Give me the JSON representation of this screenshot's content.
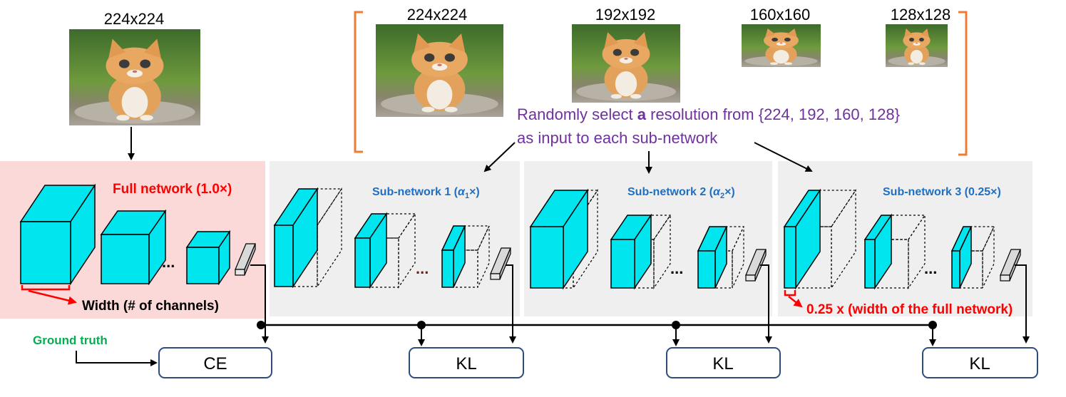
{
  "top_images": {
    "main_resolution": "224x224",
    "resolutions": [
      "224x224",
      "192x192",
      "160x160",
      "128x128"
    ],
    "caption_line1_prefix": "Randomly select ",
    "caption_line1_bold": "a",
    "caption_line1_suffix": " resolution from {224, 192, 160, 128}",
    "caption_line2": "as input to each sub-network"
  },
  "full_network": {
    "title": "Full network (1.0×)",
    "width_note": "Width (# of channels)",
    "dots": "..."
  },
  "sub_networks": [
    {
      "title_prefix": "Sub-network 1 (",
      "alpha": "α",
      "subscript": "1",
      "title_suffix": "×)"
    },
    {
      "title_prefix": "Sub-network 2 (",
      "alpha": "α",
      "subscript": "2",
      "title_suffix": "×)"
    },
    {
      "title_prefix": "Sub-network 3 (0.25×)",
      "alpha": "",
      "subscript": "",
      "title_suffix": ""
    }
  ],
  "sub3_note": "0.25 x (width of the full network)",
  "ground_truth": "Ground truth",
  "loss_boxes": [
    "CE",
    "KL",
    "KL",
    "KL"
  ],
  "colors": {
    "cube_fill": "#00e5ee",
    "full_panel": "#fcd9d9",
    "sub_panel": "#efefef",
    "red": "#ff0000",
    "blue": "#1f6fc2",
    "purple": "#7030a0",
    "green": "#00b050",
    "bracket": "#ed7d31",
    "loss_border": "#2e4d7c"
  }
}
